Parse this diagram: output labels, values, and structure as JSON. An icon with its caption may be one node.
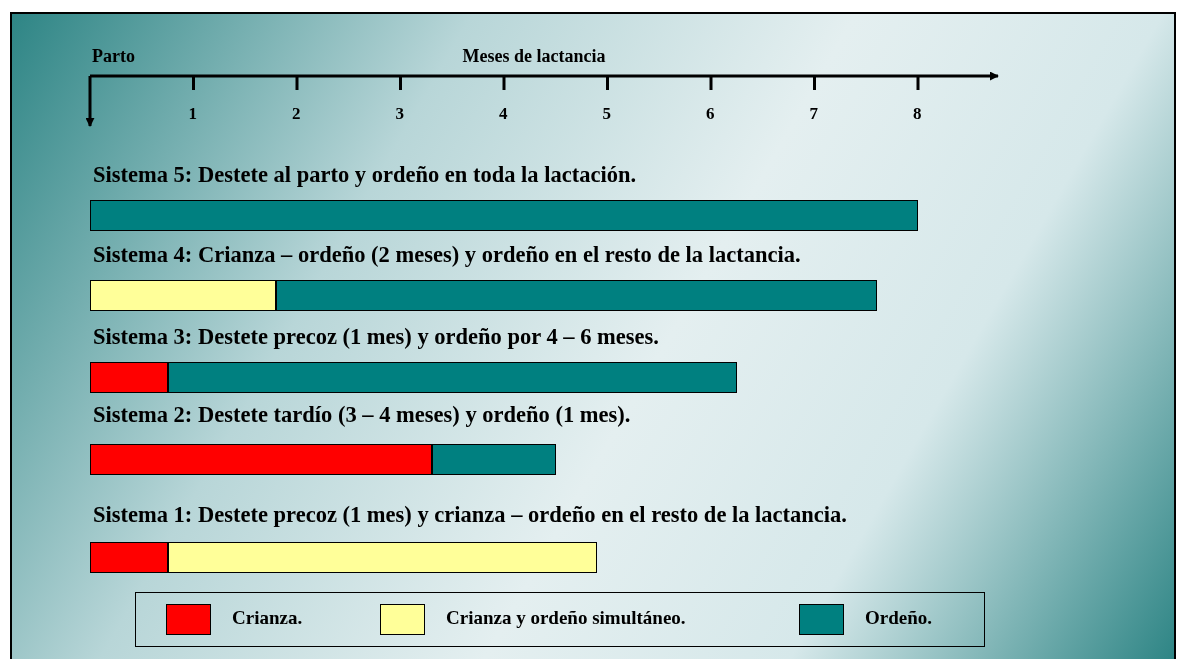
{
  "diagram": {
    "labels": [
      "Parto"
    ],
    "chart_data": {
      "type": "bar",
      "orientation": "horizontal",
      "stacked": true,
      "xlabel": "Meses de lactancia",
      "categories": [
        "Sistema 5: Destete al parto y ordeño en toda la lactación.",
        "Sistema 4: Crianza – ordeño (2 meses) y ordeño en el resto de la lactancia.",
        "Sistema 3: Destete precoz (1 mes) y ordeño por 4 – 6 meses.",
        "Sistema 2: Destete tardío (3 – 4 meses) y ordeño (1 mes).",
        "Sistema 1: Destete precoz (1 mes) y crianza – ordeño en el resto de la lactancia."
      ],
      "series": [
        {
          "name": "Crianza.",
          "color": "#ff0000",
          "values": [
            null,
            null,
            0.75,
            3.3,
            0.75
          ]
        },
        {
          "name": "Crianza y ordeño simultáneo.",
          "color": "#ffff99",
          "values": [
            null,
            1.8,
            null,
            null,
            4.15
          ]
        },
        {
          "name": "Ordeño.",
          "color": "#008080",
          "values": [
            8,
            5.8,
            5.5,
            1.2,
            null
          ]
        }
      ],
      "legend": "bottom",
      "xlim": [
        0,
        8
      ],
      "xticks": [
        1,
        2,
        3,
        4,
        5,
        6,
        7,
        8
      ]
    }
  }
}
